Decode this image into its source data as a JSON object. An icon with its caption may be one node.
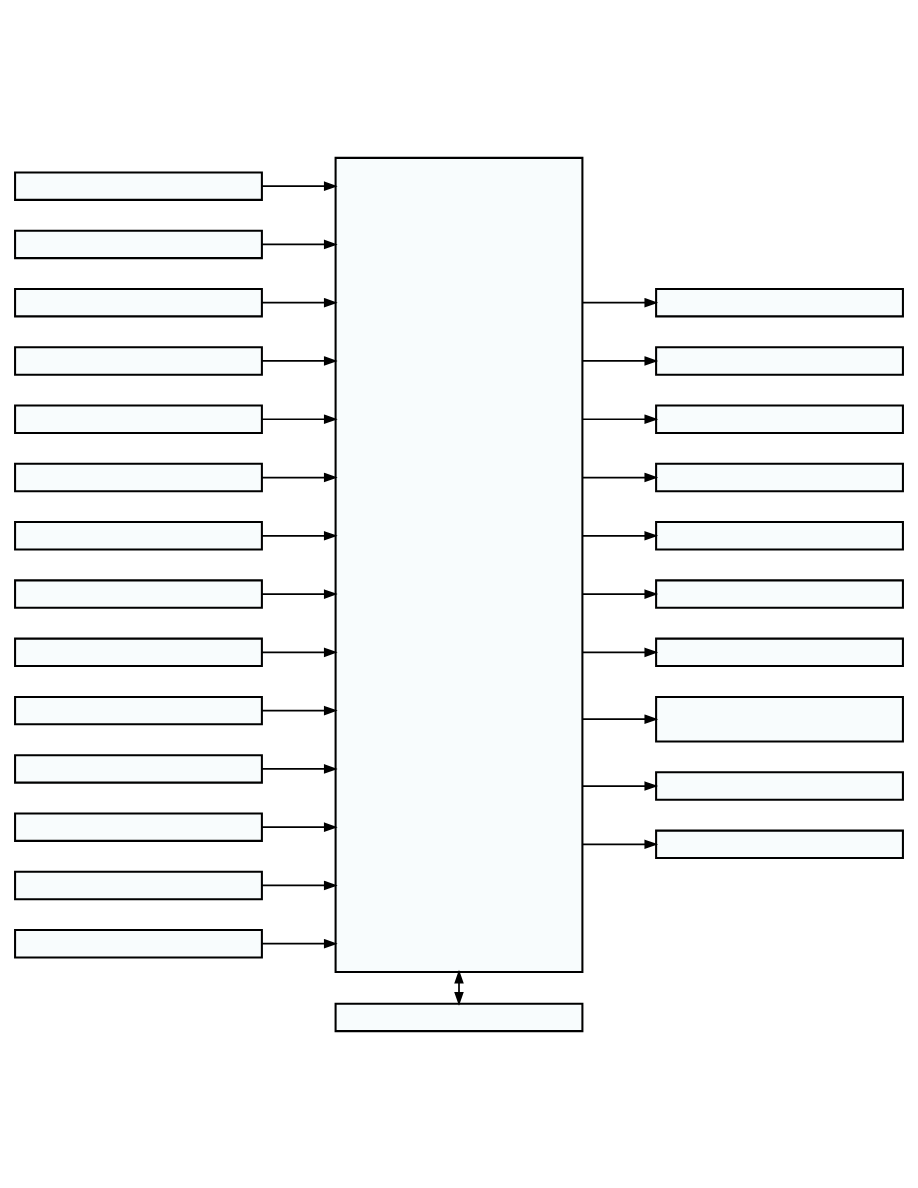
{
  "diagram": {
    "nodes": [
      {
        "text": [],
        "shape": "box"
      },
      {
        "text": [],
        "shape": "box"
      },
      {
        "text": [],
        "shape": "box"
      },
      {
        "text": [],
        "shape": "box"
      },
      {
        "text": [],
        "shape": "box"
      },
      {
        "text": [],
        "shape": "box"
      },
      {
        "text": [],
        "shape": "box"
      },
      {
        "text": [],
        "shape": "box"
      },
      {
        "text": [],
        "shape": "box"
      },
      {
        "text": [],
        "shape": "box"
      },
      {
        "text": [],
        "shape": "box"
      },
      {
        "text": [],
        "shape": "box"
      },
      {
        "text": [],
        "shape": "box"
      },
      {
        "text": [],
        "shape": "box"
      },
      {
        "text": [],
        "shape": "box"
      },
      {
        "text": [],
        "shape": "box"
      },
      {
        "text": [],
        "shape": "box"
      },
      {
        "text": [],
        "shape": "box"
      },
      {
        "text": [],
        "shape": "box"
      },
      {
        "text": [],
        "shape": "box"
      },
      {
        "text": [],
        "shape": "box"
      },
      {
        "text": [],
        "shape": "box"
      },
      {
        "text": [],
        "shape": "box"
      },
      {
        "text": [],
        "shape": "box"
      },
      {
        "text": [],
        "shape": "box"
      },
      {
        "text": [],
        "shape": "box"
      }
    ],
    "edges": [
      {
        "from": 0,
        "to": 14,
        "arrow": "to"
      },
      {
        "from": 1,
        "to": 14,
        "arrow": "to"
      },
      {
        "from": 2,
        "to": 14,
        "arrow": "to"
      },
      {
        "from": 3,
        "to": 14,
        "arrow": "to"
      },
      {
        "from": 4,
        "to": 14,
        "arrow": "to"
      },
      {
        "from": 5,
        "to": 14,
        "arrow": "to"
      },
      {
        "from": 6,
        "to": 14,
        "arrow": "to"
      },
      {
        "from": 7,
        "to": 14,
        "arrow": "to"
      },
      {
        "from": 8,
        "to": 14,
        "arrow": "to"
      },
      {
        "from": 9,
        "to": 14,
        "arrow": "to"
      },
      {
        "from": 10,
        "to": 14,
        "arrow": "to"
      },
      {
        "from": 11,
        "to": 14,
        "arrow": "to"
      },
      {
        "from": 12,
        "to": 14,
        "arrow": "to"
      },
      {
        "from": 13,
        "to": 14,
        "arrow": "to"
      },
      {
        "from": 14,
        "to": 15,
        "arrow": "to"
      },
      {
        "from": 14,
        "to": 16,
        "arrow": "to"
      },
      {
        "from": 14,
        "to": 17,
        "arrow": "to"
      },
      {
        "from": 14,
        "to": 18,
        "arrow": "to"
      },
      {
        "from": 14,
        "to": 19,
        "arrow": "to"
      },
      {
        "from": 14,
        "to": 20,
        "arrow": "to"
      },
      {
        "from": 14,
        "to": 21,
        "arrow": "to"
      },
      {
        "from": 14,
        "to": 22,
        "arrow": "to"
      },
      {
        "from": 14,
        "to": 23,
        "arrow": "to"
      },
      {
        "from": 14,
        "to": 24,
        "arrow": "to"
      },
      {
        "from": 14,
        "to": 25,
        "arrow": "both"
      }
    ]
  }
}
